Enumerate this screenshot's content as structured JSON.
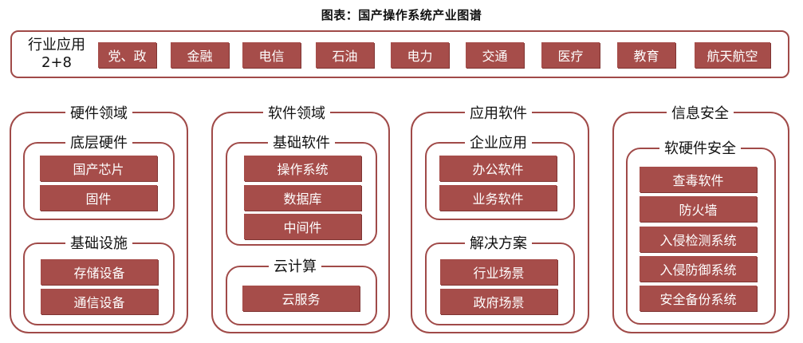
{
  "title": "图表：国产操作系统产业图谱",
  "industry": {
    "label_line1": "行业应用",
    "label_line2": "2+8",
    "items": [
      "党、政",
      "金融",
      "电信",
      "石油",
      "电力",
      "交通",
      "医疗",
      "教育",
      "航天航空"
    ]
  },
  "columns": [
    {
      "title": "硬件领域",
      "groups": [
        {
          "title": "底层硬件",
          "items": [
            "国产芯片",
            "固件"
          ]
        },
        {
          "title": "基础设施",
          "items": [
            "存储设备",
            "通信设备"
          ]
        }
      ]
    },
    {
      "title": "软件领域",
      "groups": [
        {
          "title": "基础软件",
          "items": [
            "操作系统",
            "数据库",
            "中间件"
          ]
        },
        {
          "title": "云计算",
          "items": [
            "云服务"
          ]
        }
      ]
    },
    {
      "title": "应用软件",
      "groups": [
        {
          "title": "企业应用",
          "items": [
            "办公软件",
            "业务软件"
          ]
        },
        {
          "title": "解决方案",
          "items": [
            "行业场景",
            "政府场景"
          ]
        }
      ]
    },
    {
      "title": "信息安全",
      "groups": [
        {
          "title": "软硬件安全",
          "items": [
            "查毒软件",
            "防火墙",
            "入侵检测系统",
            "入侵防御系统",
            "安全备份系统"
          ]
        }
      ]
    }
  ]
}
